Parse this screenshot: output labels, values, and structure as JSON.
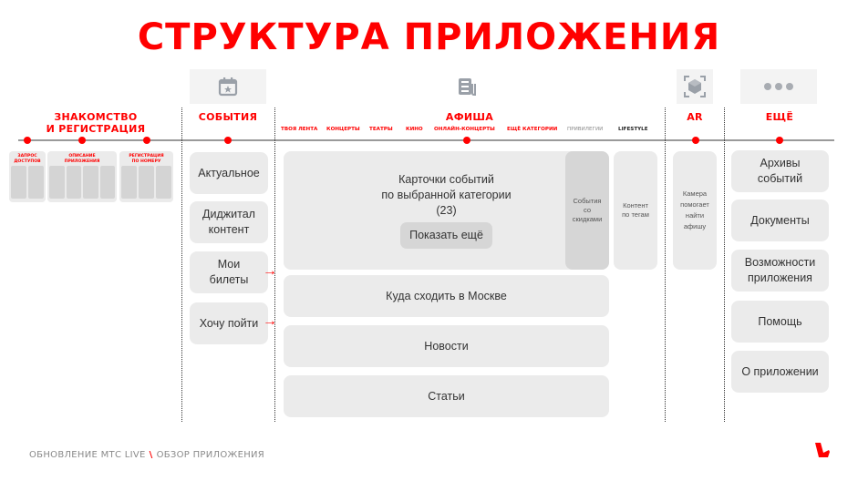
{
  "title": "СТРУКТУРА ПРИЛОЖЕНИЯ",
  "sections": {
    "onboarding": {
      "title_line1": "ЗНАКОМСТВО",
      "title_line2": "И РЕГИСТРАЦИЯ",
      "groups": [
        {
          "label_line1": "ЗАПРОС",
          "label_line2": "ДОСТУПОВ",
          "slots": 2
        },
        {
          "label_line1": "ОПИСАНИЕ",
          "label_line2": "ПРИЛОЖЕНИЯ",
          "slots": 4
        },
        {
          "label_line1": "РЕГИСТРАЦИЯ",
          "label_line2": "ПО НОМЕРУ",
          "slots": 3
        }
      ]
    },
    "events": {
      "title": "СОБЫТИЯ",
      "icon": "calendar-star-icon",
      "items": [
        {
          "line1": "Актуальное",
          "line2": ""
        },
        {
          "line1": "Диджитал",
          "line2": "контент"
        },
        {
          "line1": "Мои",
          "line2": "билеты"
        },
        {
          "line1": "Хочу пойти",
          "line2": ""
        }
      ]
    },
    "afisha": {
      "title": "АФИША",
      "icon": "newspaper-icon",
      "categories": [
        {
          "label": "ТВОЯ ЛЕНТА",
          "color": "#ff0000"
        },
        {
          "label": "КОНЦЕРТЫ",
          "color": "#ff0000"
        },
        {
          "label": "ТЕАТРЫ",
          "color": "#ff0000"
        },
        {
          "label": "КИНО",
          "color": "#ff0000"
        },
        {
          "label": "ОНЛАЙН-КОНЦЕРТЫ",
          "color": "#ff0000"
        },
        {
          "label": "ЕЩЁ КАТЕГОРИИ",
          "color": "#ff0000"
        },
        {
          "label": "ПРИВИЛЕГИИ",
          "color": "#8a8a8a"
        },
        {
          "label": "LIFESTYLE",
          "color": "#222222"
        }
      ],
      "main_card": {
        "line1": "Карточки событий",
        "line2": "по выбранной категории",
        "line3": "(23)",
        "button": "Показать ещё"
      },
      "discounts": {
        "line1": "События",
        "line2": "со",
        "line3": "скидками"
      },
      "tags": {
        "line1": "Контент",
        "line2": "по тегам"
      },
      "rows": [
        "Куда сходить в Москве",
        "Новости",
        "Статьи"
      ]
    },
    "ar": {
      "title": "AR",
      "icon": "ar-cube-scan-icon",
      "card": {
        "line1": "Камера",
        "line2": "помогает",
        "line3": "найти",
        "line4": "афишу"
      }
    },
    "more": {
      "title": "ЕЩЁ",
      "icon": "more-dots-icon",
      "items": [
        {
          "line1": "Архивы",
          "line2": "событий"
        },
        {
          "line1": "Документы",
          "line2": ""
        },
        {
          "line1": "Возможности",
          "line2": "приложения"
        },
        {
          "line1": "Помощь",
          "line2": ""
        },
        {
          "line1": "О приложении",
          "line2": ""
        }
      ]
    }
  },
  "footer": {
    "left": "ОБНОВЛЕНИЕ МТС LIVE",
    "right": "ОБЗОР ПРИЛОЖЕНИЯ"
  },
  "colors": {
    "accent": "#ff0000",
    "card": "#ebebeb",
    "card_dark": "#d6d6d6",
    "timeline": "#9a9a9a"
  }
}
